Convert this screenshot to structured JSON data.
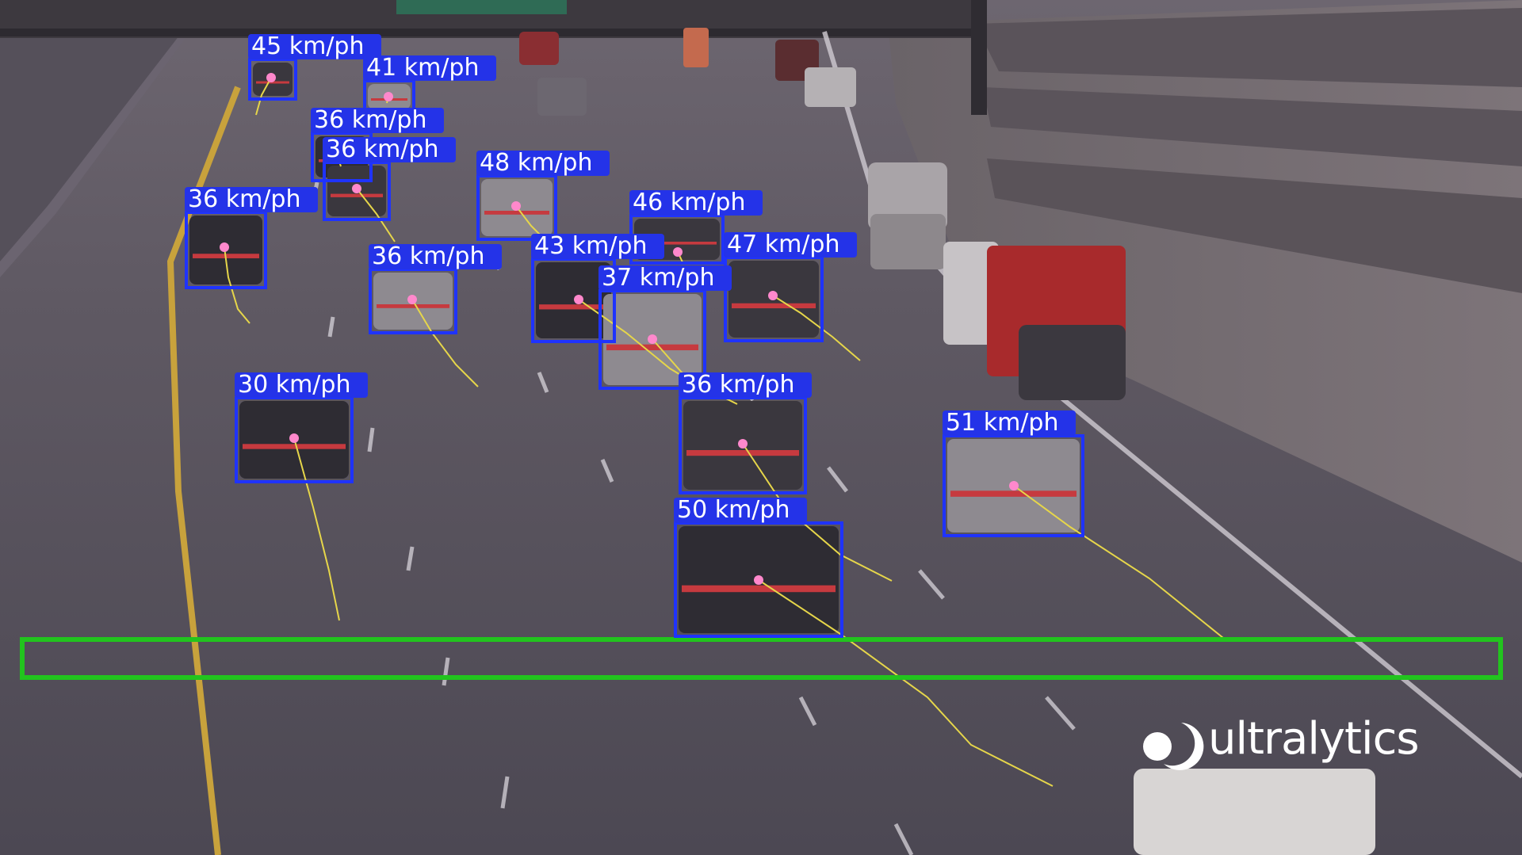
{
  "brand": {
    "logo_text": "ultralytics",
    "logo_icon": "ultralytics-logo-icon"
  },
  "colors": {
    "box": "#1f33ff",
    "label_bg": "#2433e8",
    "label_text": "#ffffff",
    "centroid": "#ff88cc",
    "track": "#e6d64a",
    "zone": "#22c41e"
  },
  "zone": {
    "name": "counting-region"
  },
  "detections": [
    {
      "speed": "45 km/ph"
    },
    {
      "speed": "41 km/ph"
    },
    {
      "speed": "36 km/ph"
    },
    {
      "speed": "36 km/ph"
    },
    {
      "speed": "48 km/ph"
    },
    {
      "speed": "36 km/ph"
    },
    {
      "speed": "46 km/ph"
    },
    {
      "speed": "36 km/ph"
    },
    {
      "speed": "43 km/ph"
    },
    {
      "speed": "47 km/ph"
    },
    {
      "speed": "37 km/ph"
    },
    {
      "speed": "30 km/ph"
    },
    {
      "speed": "36 km/ph"
    },
    {
      "speed": "51 km/ph"
    },
    {
      "speed": "50 km/ph"
    }
  ]
}
